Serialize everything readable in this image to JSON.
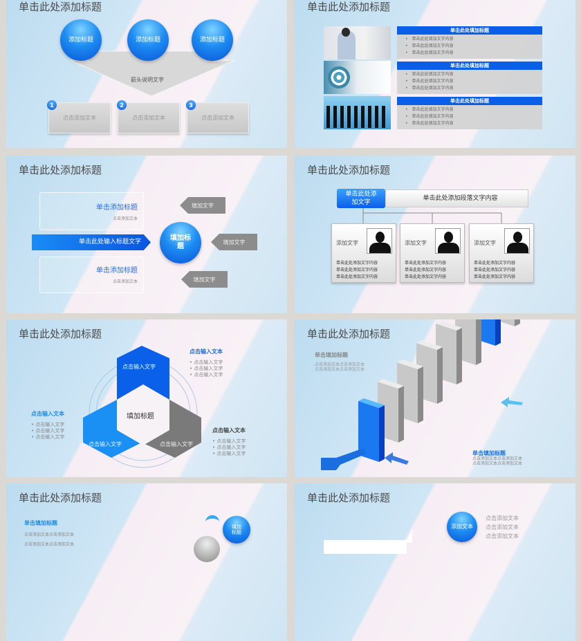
{
  "slide_title": "单击此处添加标题",
  "s1": {
    "circles": [
      "添加标题",
      "添加标题",
      "添加标题"
    ],
    "arrow_caption": "箭头说明文字",
    "boxes": [
      {
        "n": "1",
        "t": "点击添加文本"
      },
      {
        "n": "2",
        "t": "点击添加文本"
      },
      {
        "n": "3",
        "t": "点击添加文本"
      }
    ]
  },
  "s2": {
    "rows": [
      {
        "head": "单击此处填加标题",
        "items": [
          "单击此处填加文字内容",
          "单击此处填加文字内容",
          "单击此处填加文字内容"
        ]
      },
      {
        "head": "单击此处填加标题",
        "items": [
          "单击此处填加文字内容",
          "单击此处填加文字内容",
          "单击此处填加文字内容"
        ]
      },
      {
        "head": "单击此处填加标题",
        "items": [
          "单击此处填加文字内容",
          "单击此处填加文字内容",
          "单击此处填加文字内容"
        ]
      }
    ]
  },
  "s3": {
    "box1_title": "单击添加标题",
    "box1_text": "点击添加文本",
    "box2_title": "单击添加标题",
    "box2_text": "点击添加文本",
    "arrow": "单击此处输入标题文字",
    "center": "填加标题",
    "tags": [
      "填加文字",
      "填加文字",
      "填加文字"
    ]
  },
  "s4": {
    "label": "单击此处添加文字",
    "bar": "单击此处添加段落文字内容",
    "cards": [
      {
        "label": "添加文字",
        "lines": [
          "单击此处添加文字内容",
          "单击此处添加文字内容",
          "单击此处添加文字内容"
        ]
      },
      {
        "label": "添加文字",
        "lines": [
          "单击此处添加文字内容",
          "单击此处添加文字内容",
          "单击此处添加文字内容"
        ]
      },
      {
        "label": "添加文字",
        "lines": [
          "单击此处添加文字内容",
          "单击此处添加文字内容",
          "单击此处添加文字内容"
        ]
      }
    ]
  },
  "s5": {
    "center": "填加标题",
    "hex": [
      "点击输入文字",
      "点击输入文字",
      "点击输入文字"
    ],
    "groups": [
      {
        "title": "点击输入文本",
        "items": [
          "点击输入文字",
          "点击输入文字",
          "点击输入文字"
        ]
      },
      {
        "title": "点击输入文本",
        "items": [
          "点击输入文字",
          "点击输入文字",
          "点击输入文字"
        ]
      },
      {
        "title": "点击输入文本",
        "items": [
          "点击输入文字",
          "点击输入文字",
          "点击输入文字"
        ]
      }
    ]
  },
  "s6": {
    "top_title": "单击填加标题",
    "top_lines": [
      "点击添加文本点击添加文本",
      "点击添加文本点击添加文本"
    ],
    "bottom_title": "单击填加标题",
    "bottom_lines": [
      "点击添加文本点击添加文本",
      "点击添加文本点击添加文本"
    ]
  },
  "s7": {
    "subtitle": "单击填加标题",
    "lines": [
      "点击添加文本点击添加文本",
      "点击添加文本点击添加文本"
    ],
    "circle": "填加标题"
  },
  "s8": {
    "circle": "添加文本",
    "lines": [
      "点击添加文本",
      "点击添加文本",
      "点击添加文本"
    ]
  },
  "colors": {
    "accent": "#0a5fe8",
    "background": "#dcd8d4"
  }
}
